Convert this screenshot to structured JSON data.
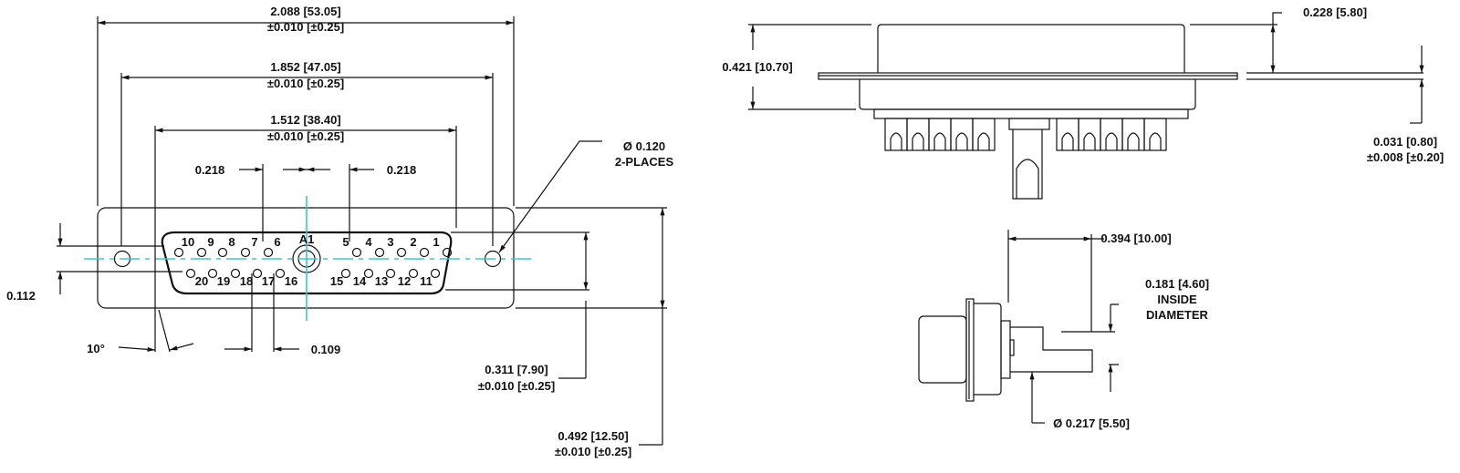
{
  "front_view": {
    "dim_overall": {
      "value": "2.088 [53.05]",
      "tol": "±0.010 [±0.25]"
    },
    "dim_mount": {
      "value": "1.852 [47.05]",
      "tol": "±0.010 [±0.25]"
    },
    "dim_shell": {
      "value": "1.512 [38.40]",
      "tol": "±0.010 [±0.25]"
    },
    "dim_pitch_left": "0.218",
    "dim_pitch_right": "0.218",
    "hole": {
      "value": "Ø 0.120",
      "note": "2-PLACES"
    },
    "dim_row": "0.112",
    "angle": "10°",
    "dim_pin": "0.109",
    "dim_shell_height": {
      "value": "0.311 [7.90]",
      "tol": "±0.010 [±0.25]"
    },
    "dim_flange_height": {
      "value": "0.492 [12.50]",
      "tol": "±0.010 [±0.25]"
    },
    "coax_label": "A1",
    "top_row_pins": [
      "10",
      "9",
      "8",
      "7",
      "6",
      "5",
      "4",
      "3",
      "2",
      "1"
    ],
    "bottom_row_pins": [
      "20",
      "19",
      "18",
      "17",
      "16",
      "15",
      "14",
      "13",
      "12",
      "11"
    ]
  },
  "side_view": {
    "dim_total_height": "0.421 [10.70]",
    "dim_shell_depth": "0.228 [5.80]",
    "dim_flange": {
      "value": "0.031 [0.80]",
      "tol": "±0.008 [±0.20]"
    }
  },
  "coax_view": {
    "dim_length": "0.394 [10.00]",
    "dim_inside": {
      "value": "0.181 [4.60]",
      "line2": "INSIDE",
      "line3": "DIAMETER"
    },
    "dim_outer": "Ø 0.217 [5.50]"
  },
  "colors": {
    "centerline": "#3cc8d0",
    "line": "#111111"
  }
}
